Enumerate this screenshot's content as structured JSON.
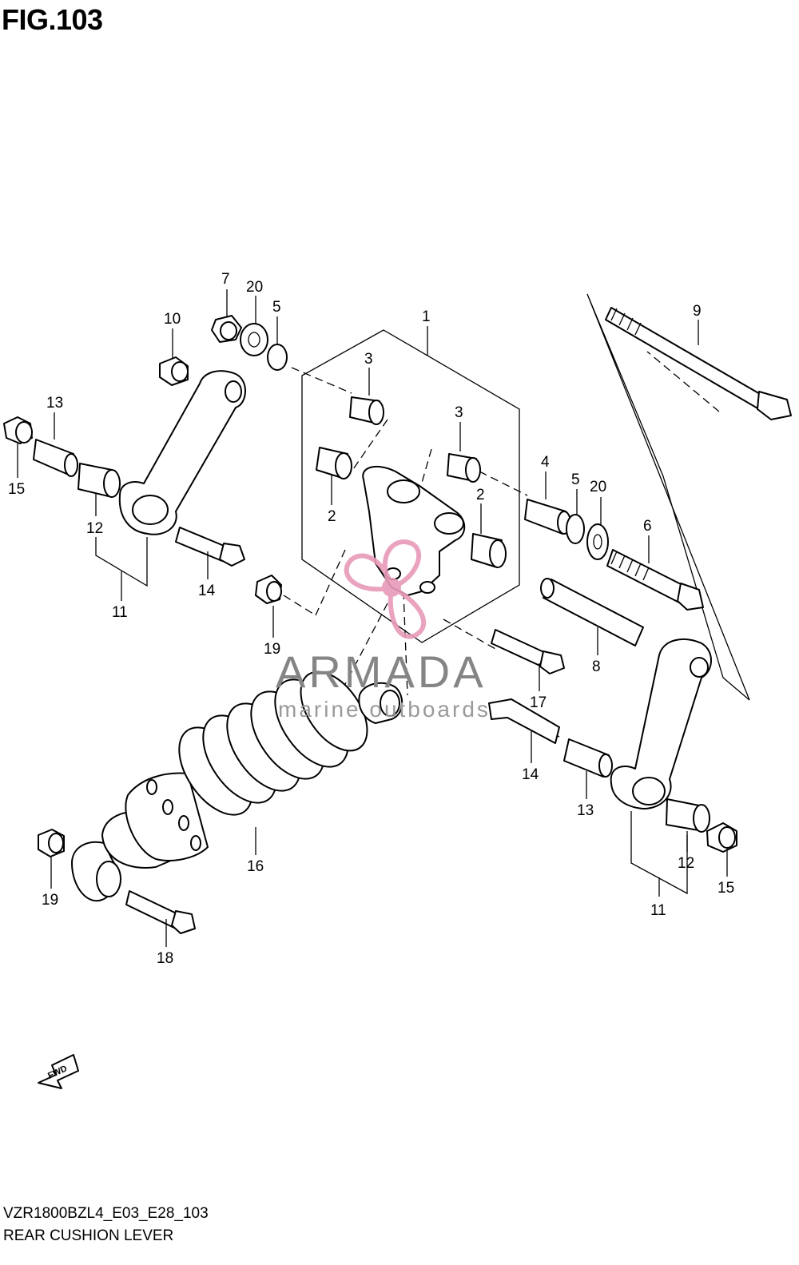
{
  "figure": {
    "title": "FIG.103",
    "model_code": "VZR1800BZL4_E03_E28_103",
    "caption": "REAR CUSHION LEVER",
    "fwd_label": "FWD"
  },
  "watermark": {
    "word": "ARMADA",
    "sub": "marine outboards",
    "colors": {
      "logo": "#e89ab8",
      "text": "#858585"
    }
  },
  "callouts": [
    "1",
    "2",
    "2",
    "3",
    "3",
    "4",
    "5",
    "5",
    "6",
    "7",
    "8",
    "9",
    "10",
    "11",
    "11",
    "12",
    "12",
    "13",
    "13",
    "14",
    "14",
    "15",
    "15",
    "16",
    "17",
    "18",
    "19",
    "19",
    "20",
    "20"
  ]
}
